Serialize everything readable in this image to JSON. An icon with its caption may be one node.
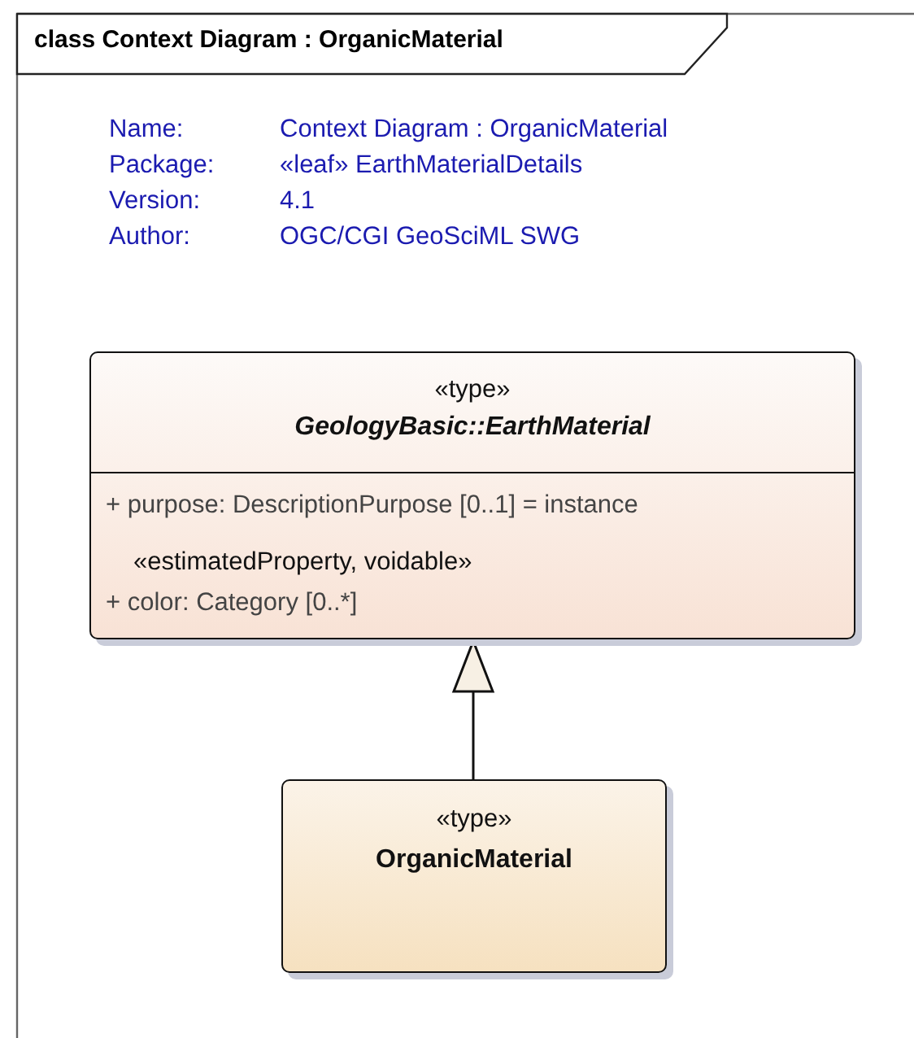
{
  "diagram": {
    "title": "class Context Diagram : OrganicMaterial",
    "nodes": [
      {
        "text": [
          "«type»",
          "GeologyBasic::EarthMaterial",
          "+ purpose: DescriptionPurpose [0..1] = instance",
          "«estimatedProperty, voidable»",
          "+ color: Category [0..*]"
        ]
      },
      {
        "text": [
          "«type»",
          "OrganicMaterial"
        ]
      }
    ],
    "edges": [
      {
        "from": 1,
        "to": 0,
        "arrow": "to"
      }
    ],
    "labels": [
      "Name:",
      "Context Diagram : OrganicMaterial",
      "Package:",
      "«leaf» EarthMaterialDetails",
      "Version:",
      "4.1",
      "Author:",
      "OGC/CGI GeoSciML SWG"
    ]
  }
}
